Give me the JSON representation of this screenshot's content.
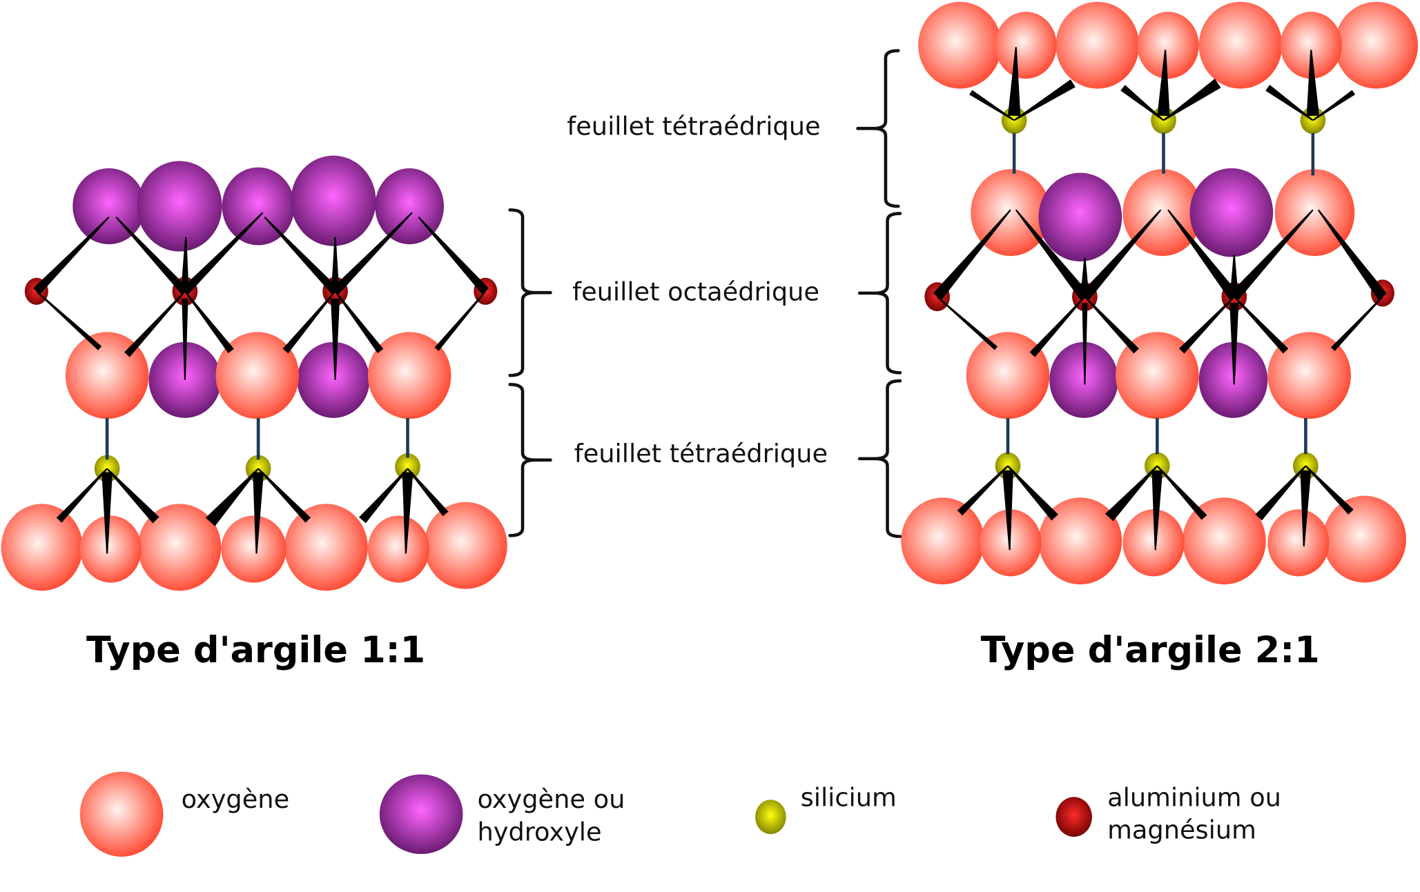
{
  "diagram": {
    "sheet_labels": {
      "top_right_tetra": "feuillet tétraédrique",
      "octa": "feuillet octaédrique",
      "bottom_tetra": "feuillet tétraédrique"
    },
    "titles": {
      "left": "Type d'argile 1:1",
      "right": "Type d'argile 2:1"
    }
  },
  "legend": {
    "items": [
      {
        "atom": "oxygen",
        "line1": "oxygène",
        "line2": ""
      },
      {
        "atom": "oxygen-hydroxyl",
        "line1": "oxygène ou",
        "line2": "hydroxyle"
      },
      {
        "atom": "silicon",
        "line1": "silicium",
        "line2": ""
      },
      {
        "atom": "aluminium-magnesium",
        "line1": "aluminium ou",
        "line2": "magnésium"
      }
    ]
  },
  "colors": {
    "oxygen_center": "#fff4f0",
    "oxygen_edge": "#ff4028",
    "hydroxyl_center": "#ff66ff",
    "hydroxyl_edge": "#5e1466",
    "silicon_center": "#ffff10",
    "silicon_edge": "#7a7a00",
    "aluminium_center": "#ff2a2a",
    "aluminium_edge": "#6a0000",
    "bond": "#000000",
    "si_link": "#1d3a55"
  }
}
